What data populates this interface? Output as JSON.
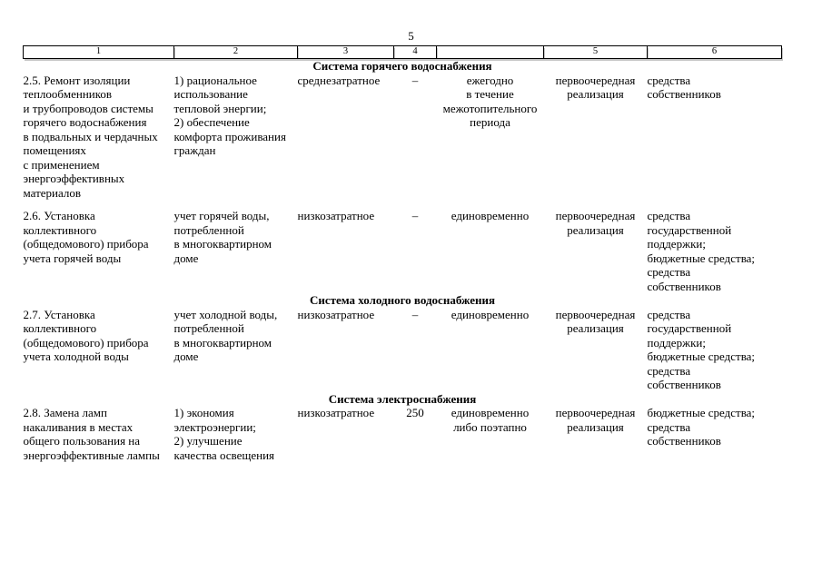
{
  "page_number": "5",
  "table": {
    "column_headers": [
      "1",
      "2",
      "3",
      "4",
      "",
      "5",
      "6"
    ],
    "sections": [
      {
        "title": "Система горячего водоснабжения",
        "rows": [
          {
            "c1": "2.5. Ремонт изоляции\nтеплообменников\nи трубопроводов системы\nгорячего водоснабжения\nв подвальных и чердачных\nпомещениях\nс применением\nэнергоэффективных\nматериалов",
            "c2": "1) рациональное\nиспользование\nтепловой энергии;\n2) обеспечение\nкомфорта проживания\nграждан",
            "c3": "среднезатратное",
            "c4": "–",
            "c5": "ежегодно\nв течение\nмежотопительного\nпериода",
            "c6": "первоочередная\nреализация",
            "c7": "средства\nсобственников"
          },
          {
            "c1": "2.6. Установка\nколлективного\n(общедомового) прибора\nучета горячей воды",
            "c2": "учет горячей воды,\nпотребленной\nв многоквартирном\nдоме",
            "c3": "низкозатратное",
            "c4": "–",
            "c5": "единовременно",
            "c6": "первоочередная\nреализация",
            "c7": "средства\nгосударственной\nподдержки;\nбюджетные средства;\nсредства\nсобственников"
          }
        ]
      },
      {
        "title": "Система холодного водоснабжения",
        "rows": [
          {
            "c1": "2.7. Установка\nколлективного\n(общедомового) прибора\nучета холодной воды",
            "c2": "учет холодной воды,\nпотребленной\nв многоквартирном\nдоме",
            "c3": "низкозатратное",
            "c4": "–",
            "c5": "единовременно",
            "c6": "первоочередная\nреализация",
            "c7": "средства\nгосударственной\nподдержки;\nбюджетные средства;\nсредства\nсобственников"
          }
        ]
      },
      {
        "title": "Система электроснабжения",
        "rows": [
          {
            "c1": "2.8. Замена ламп\nнакаливания в местах\nобщего пользования на\nэнергоэффективные лампы",
            "c2": "1) экономия\nэлектроэнергии;\n2) улучшение\nкачества освещения",
            "c3": "низкозатратное",
            "c4": "250",
            "c5": "единовременно\nлибо поэтапно",
            "c6": "первоочередная\nреализация",
            "c7": "бюджетные средства;\nсредства\nсобственников"
          }
        ]
      }
    ]
  }
}
